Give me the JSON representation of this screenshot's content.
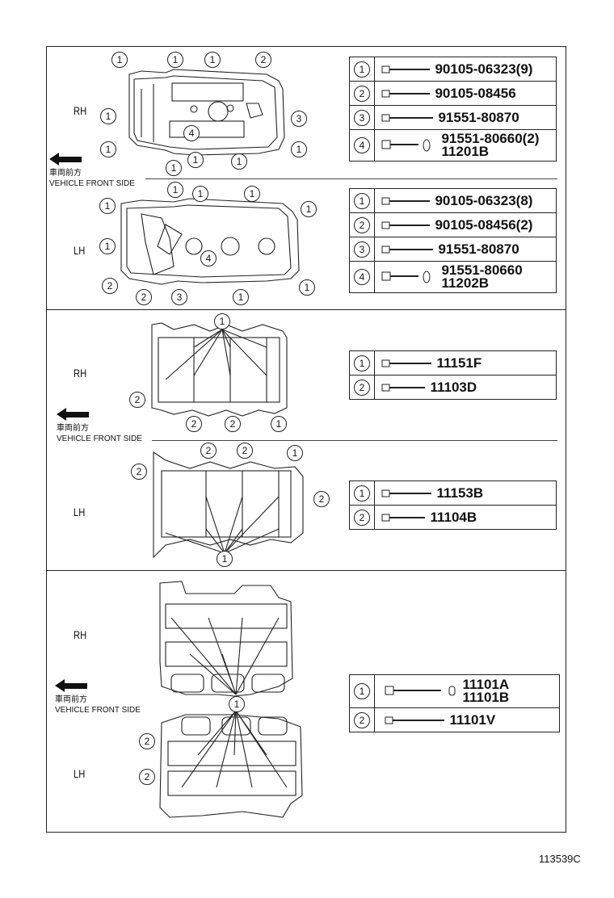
{
  "sections": [
    {
      "id": "cylinder-head-cover",
      "rh_label": "RH",
      "lh_label": "LH",
      "front_jp": "車両前方",
      "front_en": "VEHICLE FRONT SIDE",
      "rh_callouts": [
        "1",
        "1",
        "1",
        "2",
        "1",
        "3",
        "4",
        "1",
        "1",
        "1",
        "1",
        "1"
      ],
      "lh_callouts": [
        "1",
        "1",
        "1",
        "1",
        "1",
        "1",
        "4",
        "2",
        "2",
        "3",
        "1",
        "1"
      ],
      "rh_table": [
        {
          "num": "1",
          "part": "90105-06323(9)"
        },
        {
          "num": "2",
          "part": "90105-08456"
        },
        {
          "num": "3",
          "part": "91551-80870"
        },
        {
          "num": "4",
          "part": "91551-80660(2)",
          "part2": "11201B"
        }
      ],
      "lh_table": [
        {
          "num": "1",
          "part": "90105-06323(8)"
        },
        {
          "num": "2",
          "part": "90105-08456(2)"
        },
        {
          "num": "3",
          "part": "91551-80870"
        },
        {
          "num": "4",
          "part": "91551-80660",
          "part2": "11202B"
        }
      ]
    },
    {
      "id": "camshaft-housing",
      "rh_label": "RH",
      "lh_label": "LH",
      "front_jp": "車両前方",
      "front_en": "VEHICLE FRONT SIDE",
      "rh_callouts": [
        "1",
        "2",
        "2",
        "2",
        "1"
      ],
      "lh_callouts": [
        "2",
        "2",
        "1",
        "2",
        "2",
        "1"
      ],
      "rh_table": [
        {
          "num": "1",
          "part": "11151F"
        },
        {
          "num": "2",
          "part": "11103D"
        }
      ],
      "lh_table": [
        {
          "num": "1",
          "part": "11153B"
        },
        {
          "num": "2",
          "part": "11104B"
        }
      ]
    },
    {
      "id": "cylinder-head",
      "rh_label": "RH",
      "lh_label": "LH",
      "front_jp": "車両前方",
      "front_en": "VEHICLE FRONT SIDE",
      "callouts": [
        "1",
        "2",
        "2"
      ],
      "table": [
        {
          "num": "1",
          "part": "11101A",
          "part2": "11101B"
        },
        {
          "num": "2",
          "part": "11101V"
        }
      ]
    }
  ],
  "illustration_code": "113539C"
}
